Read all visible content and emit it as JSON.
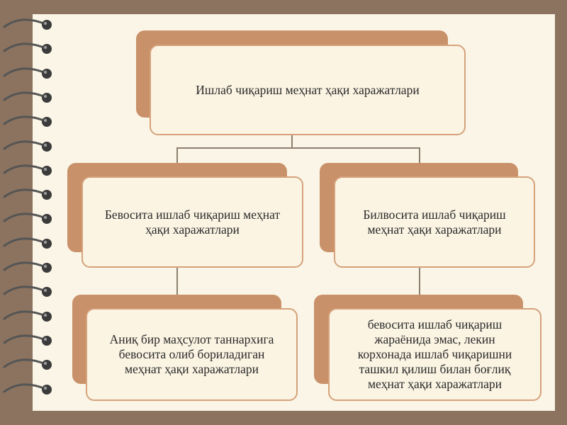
{
  "diagram": {
    "root": {
      "label": "Ишлаб чиқариш меҳнат ҳақи харажатлари"
    },
    "branches": [
      {
        "label": "Бевосита ишлаб чиқариш меҳнат\nҳақи харажатлари",
        "detail": "Аниқ бир маҳсулот таннархига\nбевосита олиб бориладиган\nмеҳнат ҳақи харажатлари"
      },
      {
        "label": "Билвосита ишлаб чиқариш\nмеҳнат ҳақи харажатлари",
        "detail": "бевосита ишлаб чиқариш\nжараёнида эмас, лекин\nкорхонада ишлаб чиқаришни\nташкил қилиш билан боғлиқ\nмеҳнат ҳақи харажатлари"
      }
    ],
    "colors": {
      "background": "#8b735f",
      "paper": "#faf5e6",
      "box_back": "#c9916a",
      "box_fill": "#fbf4e3",
      "box_border": "#d5a27b",
      "connector": "#8d7f70"
    }
  }
}
